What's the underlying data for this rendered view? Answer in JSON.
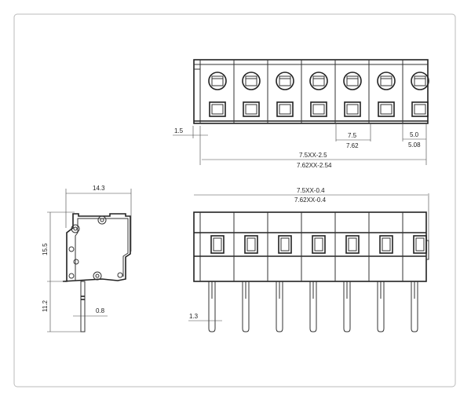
{
  "top_view": {
    "dim_offset": "1.5",
    "dim_pitch_a": "7.5",
    "dim_pitch_b": "7.62",
    "dim_end_a": "5.0",
    "dim_end_b": "5.08",
    "dim_total_a": "7.5XX-2.5",
    "dim_total_b": "7.62XX-2.54",
    "poles": 7
  },
  "side_view": {
    "dim_width": "14.3",
    "dim_height": "15.5",
    "dim_pin_length": "11.2",
    "dim_pin_width": "0.8"
  },
  "front_view": {
    "dim_total_a": "7.5XX-0.4",
    "dim_total_b": "7.62XX-0.4",
    "dim_pin": "1.3"
  }
}
